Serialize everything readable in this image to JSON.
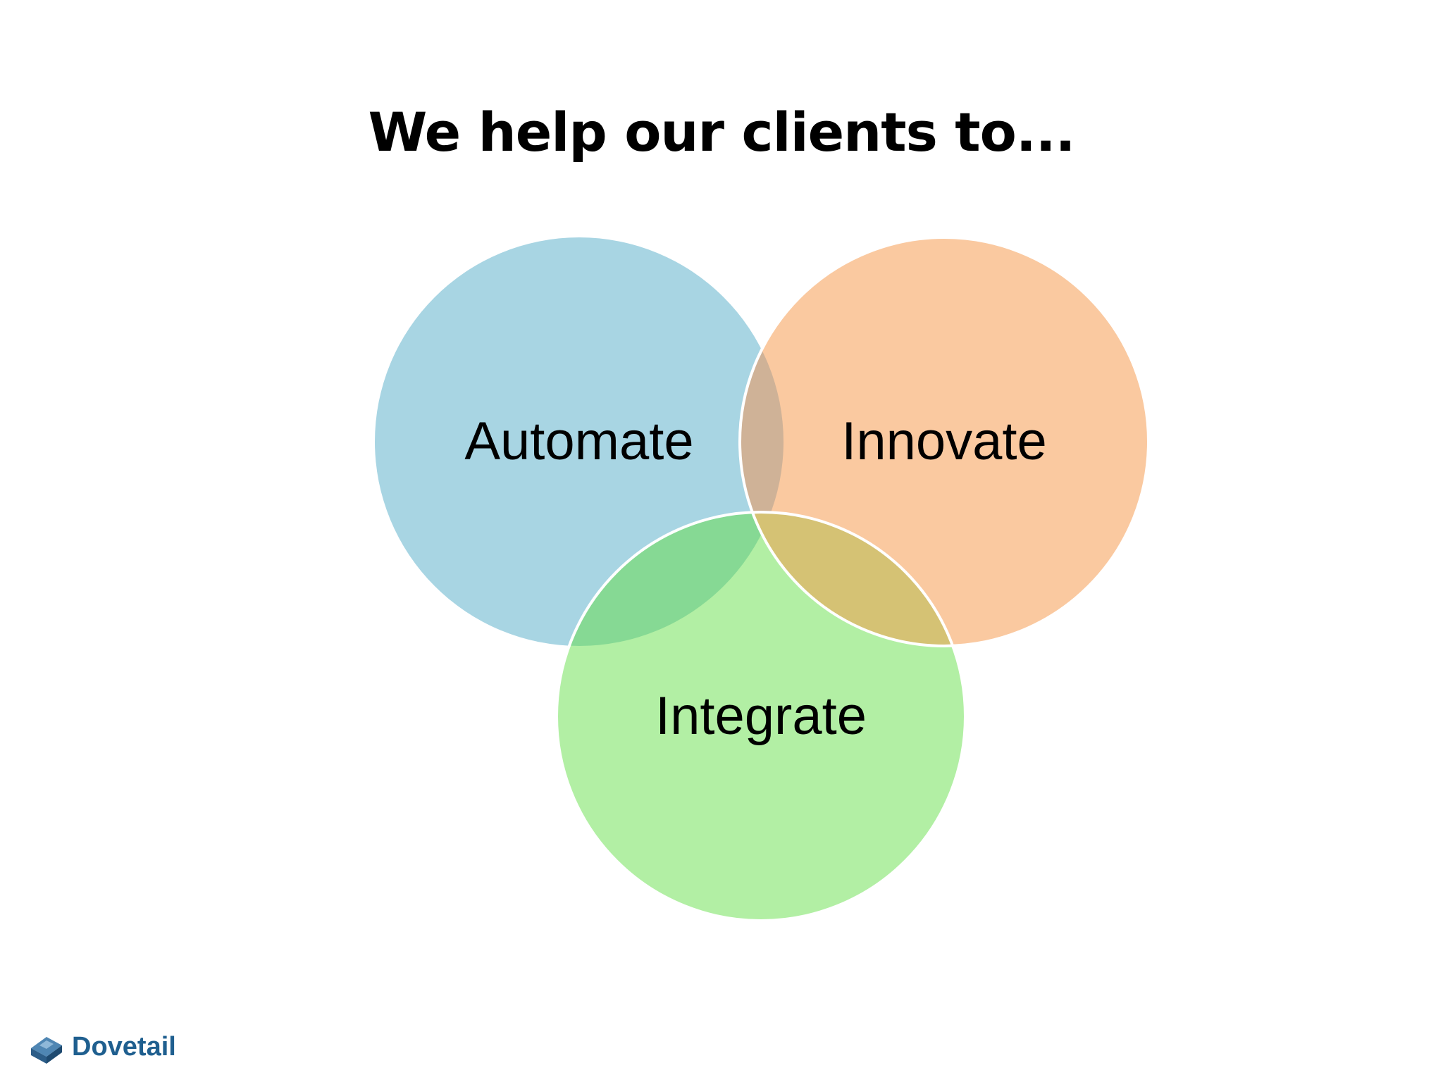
{
  "slide": {
    "title": "We help our clients to..."
  },
  "venn": {
    "circles": [
      {
        "label": "Automate",
        "color": "#a8d5e3"
      },
      {
        "label": "Innovate",
        "color": "#fac9a0"
      },
      {
        "label": "Integrate",
        "color": "#b2efa4"
      }
    ],
    "overlap_colors": {
      "automate_innovate": "#cfb297",
      "automate_integrate": "#86d994",
      "innovate_integrate": "#d5c274"
    },
    "outline_color": "#ffffff"
  },
  "logo": {
    "text": "Dovetail",
    "icon": "dovetail-logo-icon",
    "color": "#1f5f8f"
  }
}
